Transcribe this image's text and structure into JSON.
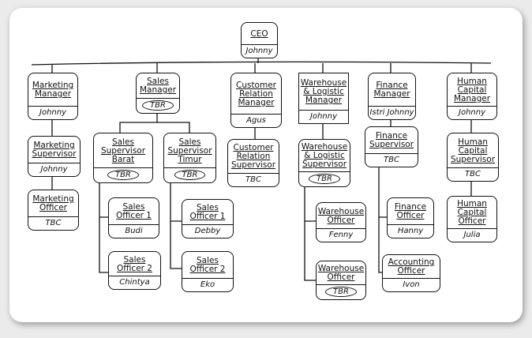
{
  "nodes": {
    "ceo": {
      "role": "CEO",
      "name": "Johnny"
    },
    "marketing_manager": {
      "role": "Marketing Manager",
      "name": "Johnny"
    },
    "sales_manager": {
      "role": "Sales Manager",
      "name": "TBR"
    },
    "customer_relation_manager": {
      "role": "Customer Relation Manager",
      "name": "Agus"
    },
    "warehouse_manager": {
      "role": "Warehouse & Logistic Manager",
      "name": "Johnny"
    },
    "finance_manager": {
      "role": "Finance Manager",
      "name": "Istri Johnny"
    },
    "hc_manager": {
      "role": "Human Capital Manager",
      "name": "Johnny"
    },
    "marketing_supervisor": {
      "role": "Marketing Supervisor",
      "name": "Johnny"
    },
    "sales_supervisor_barat": {
      "role": "Sales Supervisor Barat",
      "name": "TBR"
    },
    "sales_supervisor_timur": {
      "role": "Sales Supervisor Timur",
      "name": "TBR"
    },
    "customer_relation_supervisor": {
      "role": "Customer Relation Supervisor",
      "name": "TBC"
    },
    "warehouse_supervisor": {
      "role": "Warehouse & Logistic Supervisor",
      "name": "TBR"
    },
    "finance_supervisor": {
      "role": "Finance Supervisor",
      "name": "TBC"
    },
    "hc_supervisor": {
      "role": "Human Capital Supervisor",
      "name": "TBC"
    },
    "marketing_officer": {
      "role": "Marketing Officer",
      "name": "TBC"
    },
    "sales_officer_1_barat": {
      "role": "Sales Officer 1",
      "name": "Budi"
    },
    "sales_officer_2_barat": {
      "role": "Sales Officer 2",
      "name": "Chintya"
    },
    "sales_officer_1_timur": {
      "role": "Sales Officer 1",
      "name": "Debby"
    },
    "sales_officer_2_timur": {
      "role": "Sales Officer 2",
      "name": "Eko"
    },
    "warehouse_officer_1": {
      "role": "Warehouse Officer",
      "name": "Fenny"
    },
    "warehouse_officer_2": {
      "role": "Warehouse Officer",
      "name": "TBR"
    },
    "finance_officer": {
      "role": "Finance Officer",
      "name": "Hanny"
    },
    "accounting_officer": {
      "role": "Accounting Officer",
      "name": "Ivon"
    },
    "hc_officer": {
      "role": "Human Capital Officer",
      "name": "Julia"
    }
  }
}
